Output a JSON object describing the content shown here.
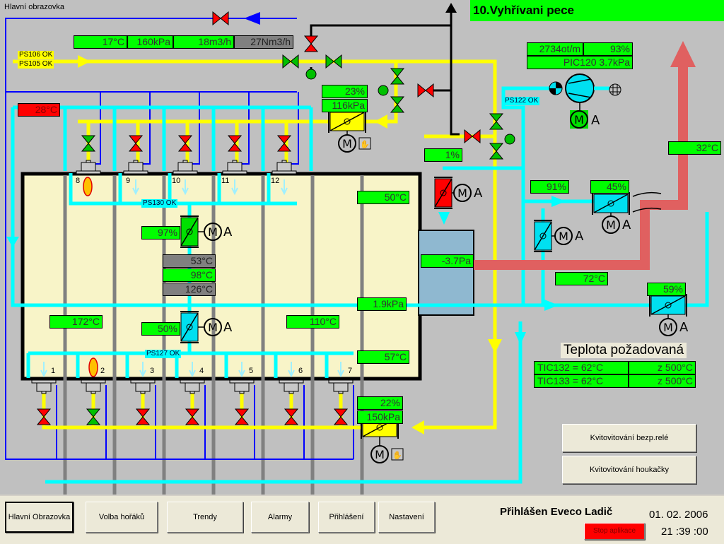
{
  "screen_label": "Hlavní obrazovka",
  "title": "10.Vyhřívani pece",
  "colors": {
    "background": "#c0c0c0",
    "value_ok": "#00ff00",
    "value_alarm": "#ff0000",
    "value_inactive": "#808080",
    "gas_line": "#ffff00",
    "air_line": "#00ffff",
    "flue_line": "#e06060",
    "ctrl_line": "#0000ff",
    "furnace": "#f8f4c8"
  },
  "gas_inlet": {
    "status": [
      "PS106 OK",
      "PS105 OK"
    ],
    "temperature": "17°C",
    "pressure": "160kPa",
    "flow": "18m3/h",
    "norm_flow": "27Nm3/h"
  },
  "fan": {
    "speed": "2734ot/m",
    "output": "93%",
    "pressure_label": "PIC120  3.7kPa",
    "status": "PS122 OK",
    "mode": "A"
  },
  "ambient_temp": "28°C",
  "upper_gas_valve": {
    "opening": "23%",
    "pressure": "116kPa"
  },
  "air_bypass_opening": "1%",
  "flue_temp_top": "32°C",
  "furnace": {
    "zone_temps": [
      "50°C",
      "172°C",
      "110°C",
      "57°C"
    ],
    "upper_damper": {
      "opening": "97%",
      "mode": "A",
      "status": "PS130 OK"
    },
    "lower_damper": {
      "opening": "50%",
      "mode": "A",
      "status": "PS127 OK"
    },
    "temps_stack": [
      "53°C",
      "98°C",
      "126°C"
    ],
    "pressure": "1.9kPa"
  },
  "chamber_pressure": "-3.7Pa",
  "recuperator": {
    "damper1": "91%",
    "damper2": "45%",
    "damper3": "59%",
    "flue_temp": "72°C",
    "mode": "A"
  },
  "lower_gas_valve": {
    "opening": "22%",
    "pressure": "150kPa"
  },
  "burners_top": [
    {
      "num": "8",
      "lit": true,
      "valve": "open"
    },
    {
      "num": "9",
      "lit": false,
      "valve": "closed"
    },
    {
      "num": "10",
      "lit": false,
      "valve": "closed"
    },
    {
      "num": "11",
      "lit": false,
      "valve": "closed"
    },
    {
      "num": "12",
      "lit": false,
      "valve": "closed"
    }
  ],
  "burners_bottom": [
    {
      "num": "1",
      "lit": false,
      "valve": "closed"
    },
    {
      "num": "2",
      "lit": true,
      "valve": "open"
    },
    {
      "num": "3",
      "lit": false,
      "valve": "closed"
    },
    {
      "num": "4",
      "lit": false,
      "valve": "closed"
    },
    {
      "num": "5",
      "lit": false,
      "valve": "closed"
    },
    {
      "num": "6",
      "lit": false,
      "valve": "closed"
    },
    {
      "num": "7",
      "lit": false,
      "valve": "closed"
    }
  ],
  "setpoints": {
    "heading": "Teplota požadovaná",
    "rows": [
      {
        "tag": "TIC132  =    62°C",
        "target": "z  500°C"
      },
      {
        "tag": "TIC133  =    62°C",
        "target": "z  500°C"
      }
    ]
  },
  "ack_buttons": [
    "Kvitovitování bezp.relé",
    "Kvitovitování houkačky"
  ],
  "nav": [
    "Hlavní Obrazovka",
    "Volba hořáků",
    "Trendy",
    "Alarmy",
    "Přihlášení",
    "Nastavení"
  ],
  "user": "Přihlášen Eveco Ladič",
  "stop_button": "Stop aplikace",
  "date": "01. 02. 2006",
  "time": "21 :39 :00"
}
